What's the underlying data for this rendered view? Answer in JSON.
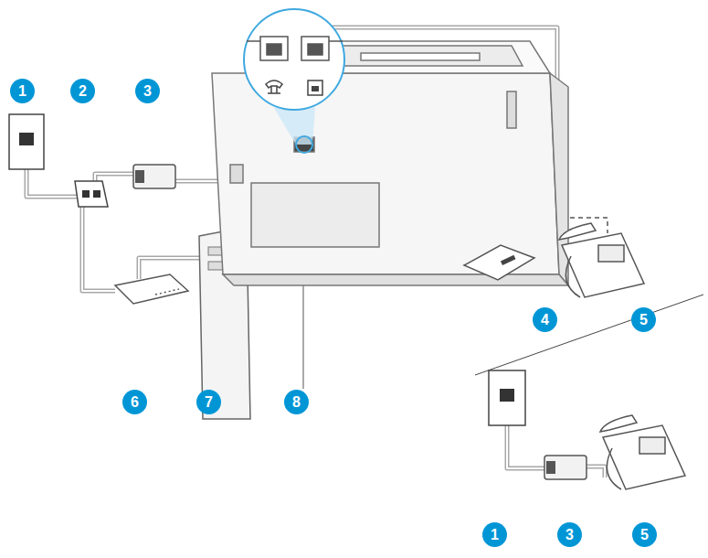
{
  "diagram": {
    "labels": [
      "1",
      "2",
      "3",
      "4",
      "5",
      "6",
      "7",
      "8",
      "1",
      "3",
      "5"
    ]
  }
}
